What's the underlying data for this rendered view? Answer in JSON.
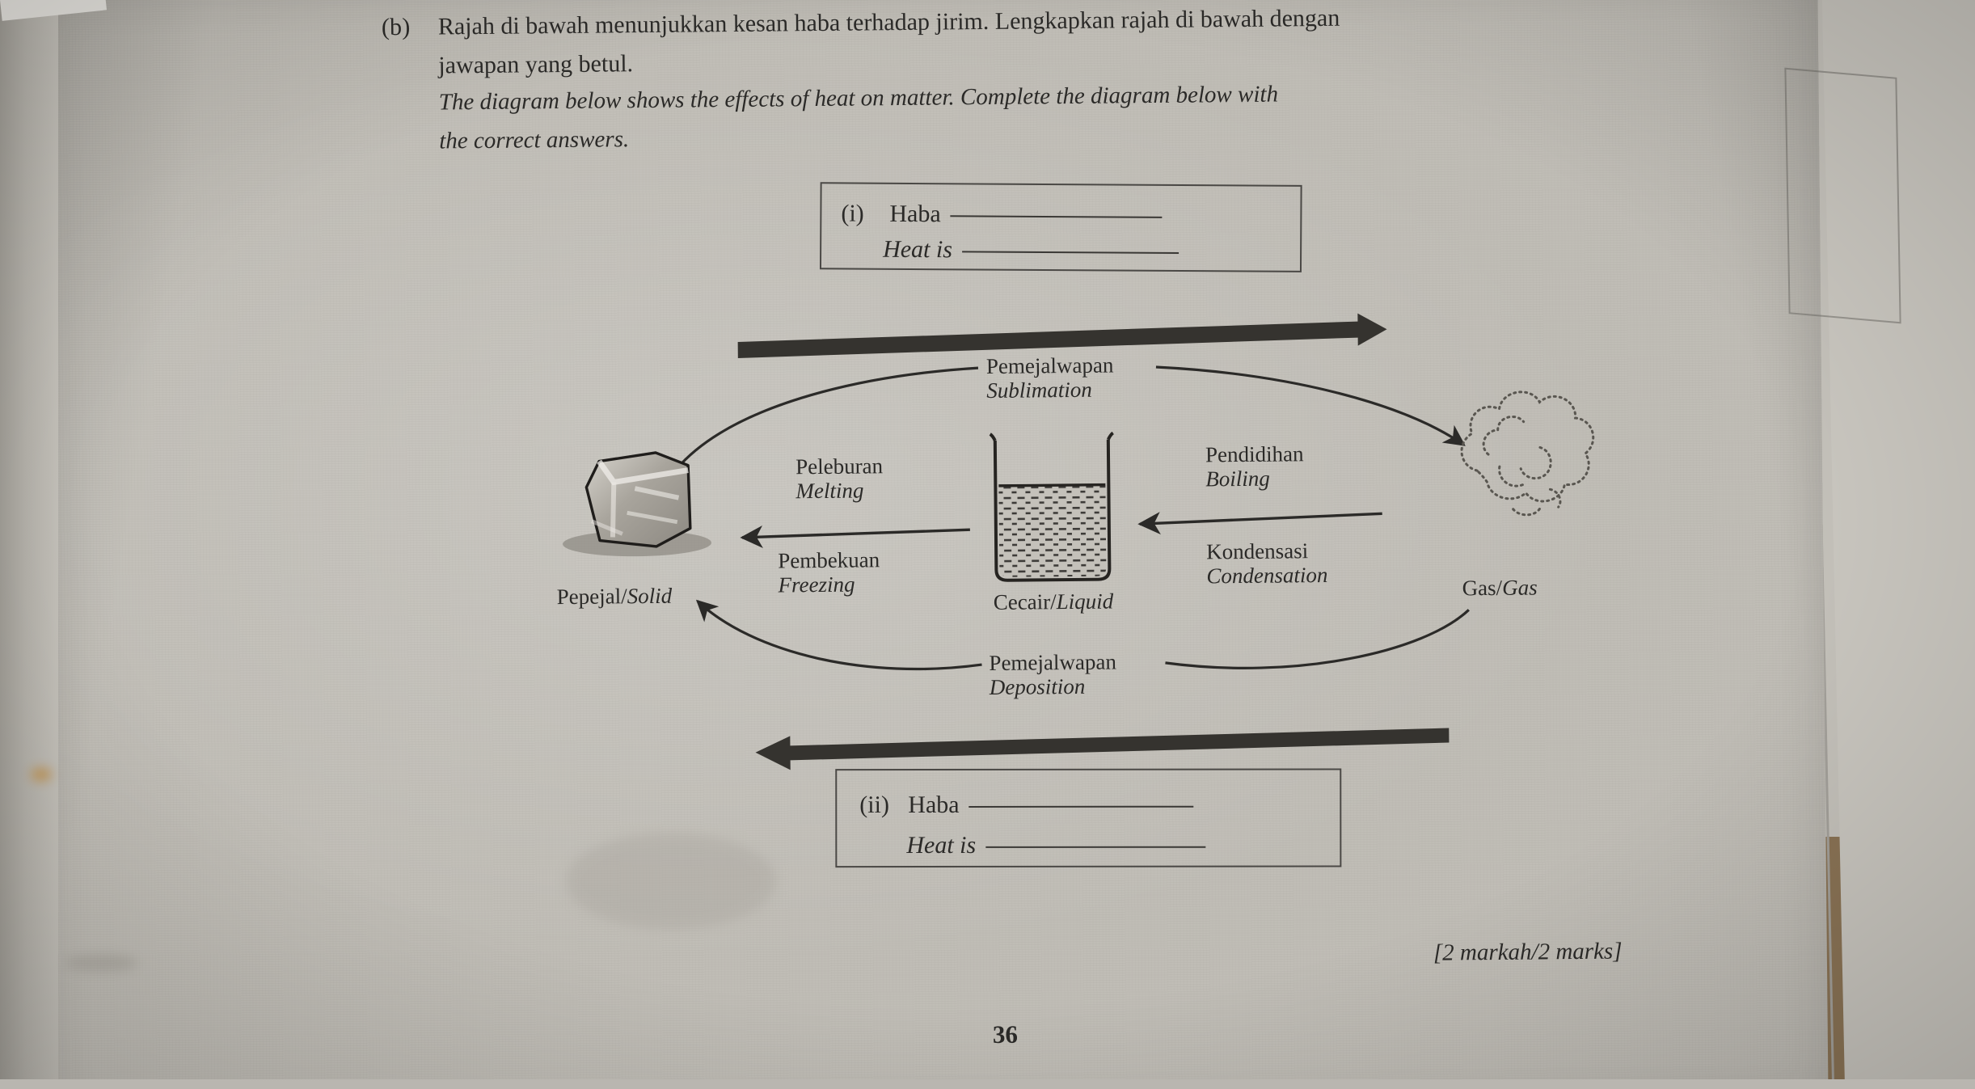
{
  "question": {
    "number": "(b)",
    "malay_line1": "Rajah di bawah menunjukkan kesan haba terhadap jirim. Lengkapkan rajah di bawah dengan",
    "malay_line2": "jawapan yang betul.",
    "english_line1": "The diagram below shows the effects of heat on matter. Complete the diagram below with",
    "english_line2": "the correct answers."
  },
  "answer_boxes": [
    {
      "number": "(i)",
      "malay_prompt": "Haba",
      "english_prompt": "Heat is",
      "malay_answer": "",
      "english_answer": ""
    },
    {
      "number": "(ii)",
      "malay_prompt": "Haba",
      "english_prompt": "Heat is",
      "malay_answer": "",
      "english_answer": ""
    }
  ],
  "diagram": {
    "states": [
      {
        "id": "solid",
        "malay": "Pepejal",
        "english": "Solid",
        "combined": "Pepejal/Solid",
        "icon": "ice-cube-icon"
      },
      {
        "id": "liquid",
        "malay": "Cecair",
        "english": "Liquid",
        "combined": "Cecair/Liquid",
        "icon": "beaker-icon"
      },
      {
        "id": "gas",
        "malay": "Gas",
        "english": "Gas",
        "combined": "Gas/Gas",
        "icon": "gas-cloud-icon"
      }
    ],
    "transitions": [
      {
        "id": "sublimation",
        "malay": "Pemejalwapan",
        "english": "Sublimation",
        "from": "solid",
        "to": "gas",
        "position": "top-arc"
      },
      {
        "id": "melting",
        "malay": "Peleburan",
        "english": "Melting",
        "from": "solid",
        "to": "liquid",
        "position": "left-above"
      },
      {
        "id": "freezing",
        "malay": "Pembekuan",
        "english": "Freezing",
        "from": "liquid",
        "to": "solid",
        "position": "left-below"
      },
      {
        "id": "boiling",
        "malay": "Pendidihan",
        "english": "Boiling",
        "from": "liquid",
        "to": "gas",
        "position": "right-above"
      },
      {
        "id": "condensation",
        "malay": "Kondensasi",
        "english": "Condensation",
        "from": "gas",
        "to": "liquid",
        "position": "right-below"
      },
      {
        "id": "deposition",
        "malay": "Pemejalwapan",
        "english": "Deposition",
        "from": "gas",
        "to": "solid",
        "position": "bottom-arc"
      }
    ],
    "master_arrows": [
      {
        "id": "heat-added",
        "direction": "right",
        "position": "top"
      },
      {
        "id": "heat-removed",
        "direction": "left",
        "position": "bottom"
      }
    ]
  },
  "footer": {
    "marks": "[2 markah/2 marks]",
    "page_number": "36"
  },
  "colors": {
    "ink": "#2b2a28",
    "paper": "#c0bdb6",
    "heavy_ink": "#35332f",
    "desk": "#8a7355"
  }
}
